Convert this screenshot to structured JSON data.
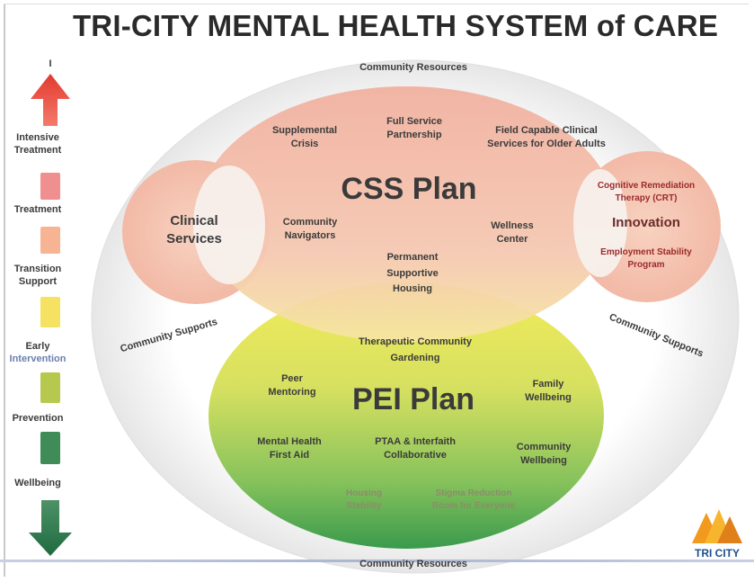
{
  "title": "TRI-CITY MENTAL HEALTH SYSTEM of CARE",
  "community_resources_top": "Community Resources",
  "community_resources_bottom": "Community Resources",
  "community_supports_left": "Community Supports",
  "community_supports_right": "Community Supports",
  "clinical_services": {
    "line1": "Clinical",
    "line2": "Services"
  },
  "css_plan": {
    "title": "CSS Plan",
    "supplemental_crisis": {
      "line1": "Supplemental",
      "line2": "Crisis"
    },
    "full_service": {
      "line1": "Full Service",
      "line2": "Partnership"
    },
    "field_capable": {
      "line1": "Field Capable Clinical",
      "line2": "Services for Older Adults"
    },
    "community_navigators": {
      "line1": "Community",
      "line2": "Navigators"
    },
    "wellness_center": {
      "line1": "Wellness",
      "line2": "Center"
    },
    "permanent_housing": {
      "line1": "Permanent",
      "line2": "Supportive",
      "line3": "Housing"
    }
  },
  "innovation": {
    "crt": {
      "line1": "Cognitive Remediation",
      "line2": "Therapy (CRT)"
    },
    "title": "Innovation",
    "employment": {
      "line1": "Employment Stability",
      "line2": "Program"
    }
  },
  "therapeutic": {
    "line1": "Therapeutic Community",
    "line2": "Gardening"
  },
  "pei_plan": {
    "title": "PEI Plan",
    "peer_mentoring": {
      "line1": "Peer",
      "line2": "Mentoring"
    },
    "family_wellbeing": {
      "line1": "Family",
      "line2": "Wellbeing"
    },
    "mental_health": {
      "line1": "Mental Health",
      "line2": "First Aid"
    },
    "ptaa": {
      "line1": "PTAA & Interfaith",
      "line2": "Collaborative"
    },
    "community_wellbeing": {
      "line1": "Community",
      "line2": "Wellbeing"
    },
    "housing_stability": {
      "line1": "Housing",
      "line2": "Stability"
    },
    "stigma": {
      "line1": "Stigma Reduction",
      "line2": "Room for Everyone"
    }
  },
  "continuum": {
    "intensive": {
      "line1": "Intensive",
      "line2": "Treatment"
    },
    "treatment": "Treatment",
    "transition": {
      "line1": "Transition",
      "line2": "Support"
    },
    "early": {
      "line1": "Early",
      "line2": "Intervention"
    },
    "prevention": "Prevention",
    "wellbeing": "Wellbeing",
    "top_mark": "I"
  },
  "logo": {
    "name": "TRI CITY"
  },
  "colors": {
    "css_pink": "#f2b8a8",
    "pei_yellow": "#f1e87a",
    "pei_green": "#3f9a4a",
    "arrow_red": "#e23b32",
    "arrow_green": "#2f7a4c",
    "logo_orange": "#f29a1e"
  }
}
